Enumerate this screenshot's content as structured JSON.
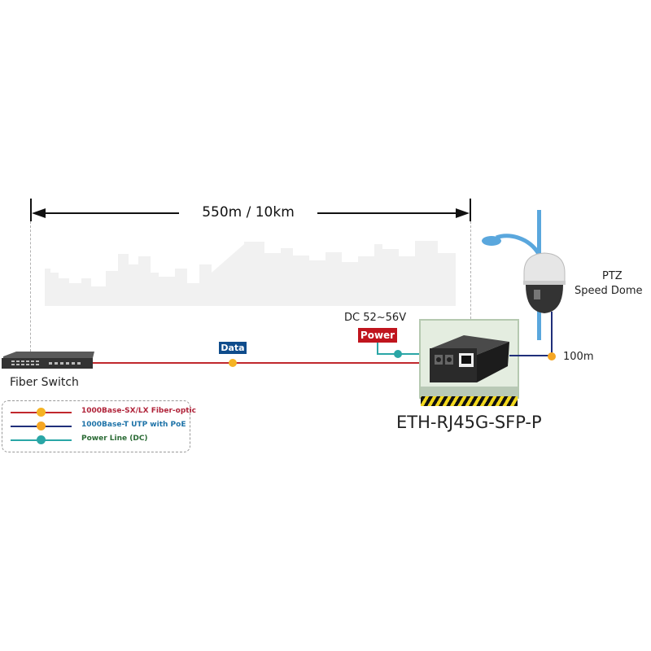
{
  "diagram": {
    "distance_label": "550m / 10km",
    "data_badge": "Data",
    "power_badge": "Power",
    "dc_voltage_label": "DC 52~56V",
    "device_model": "ETH-RJ45G-SFP-P",
    "left_device_label": "Fiber Switch",
    "camera_label_line1": "PTZ",
    "camera_label_line2": "Speed Dome",
    "poe_distance_label": "100m"
  },
  "legend": {
    "items": [
      {
        "label": "1000Base-SX/LX Fiber-optic",
        "line_color": "#c0282d",
        "dot_color": "#f5a623",
        "text_color": "#b0243a"
      },
      {
        "label": "1000Base-T UTP with PoE",
        "line_color": "#1f2f7a",
        "dot_color": "#f5a623",
        "text_color": "#1e73a8"
      },
      {
        "label": "Power Line (DC)",
        "line_color": "#2aa6a6",
        "dot_color": "#2aa6a6",
        "text_color": "#2b6b35"
      }
    ]
  },
  "colors": {
    "fiber": "#c0282d",
    "utp_poe": "#1f2f7a",
    "power_dc": "#2aa6a6",
    "data_badge_bg": "#0f4c8c",
    "power_badge_bg": "#c0151e",
    "enclosure": "#dfeadb",
    "pole": "#5aa7dd"
  }
}
